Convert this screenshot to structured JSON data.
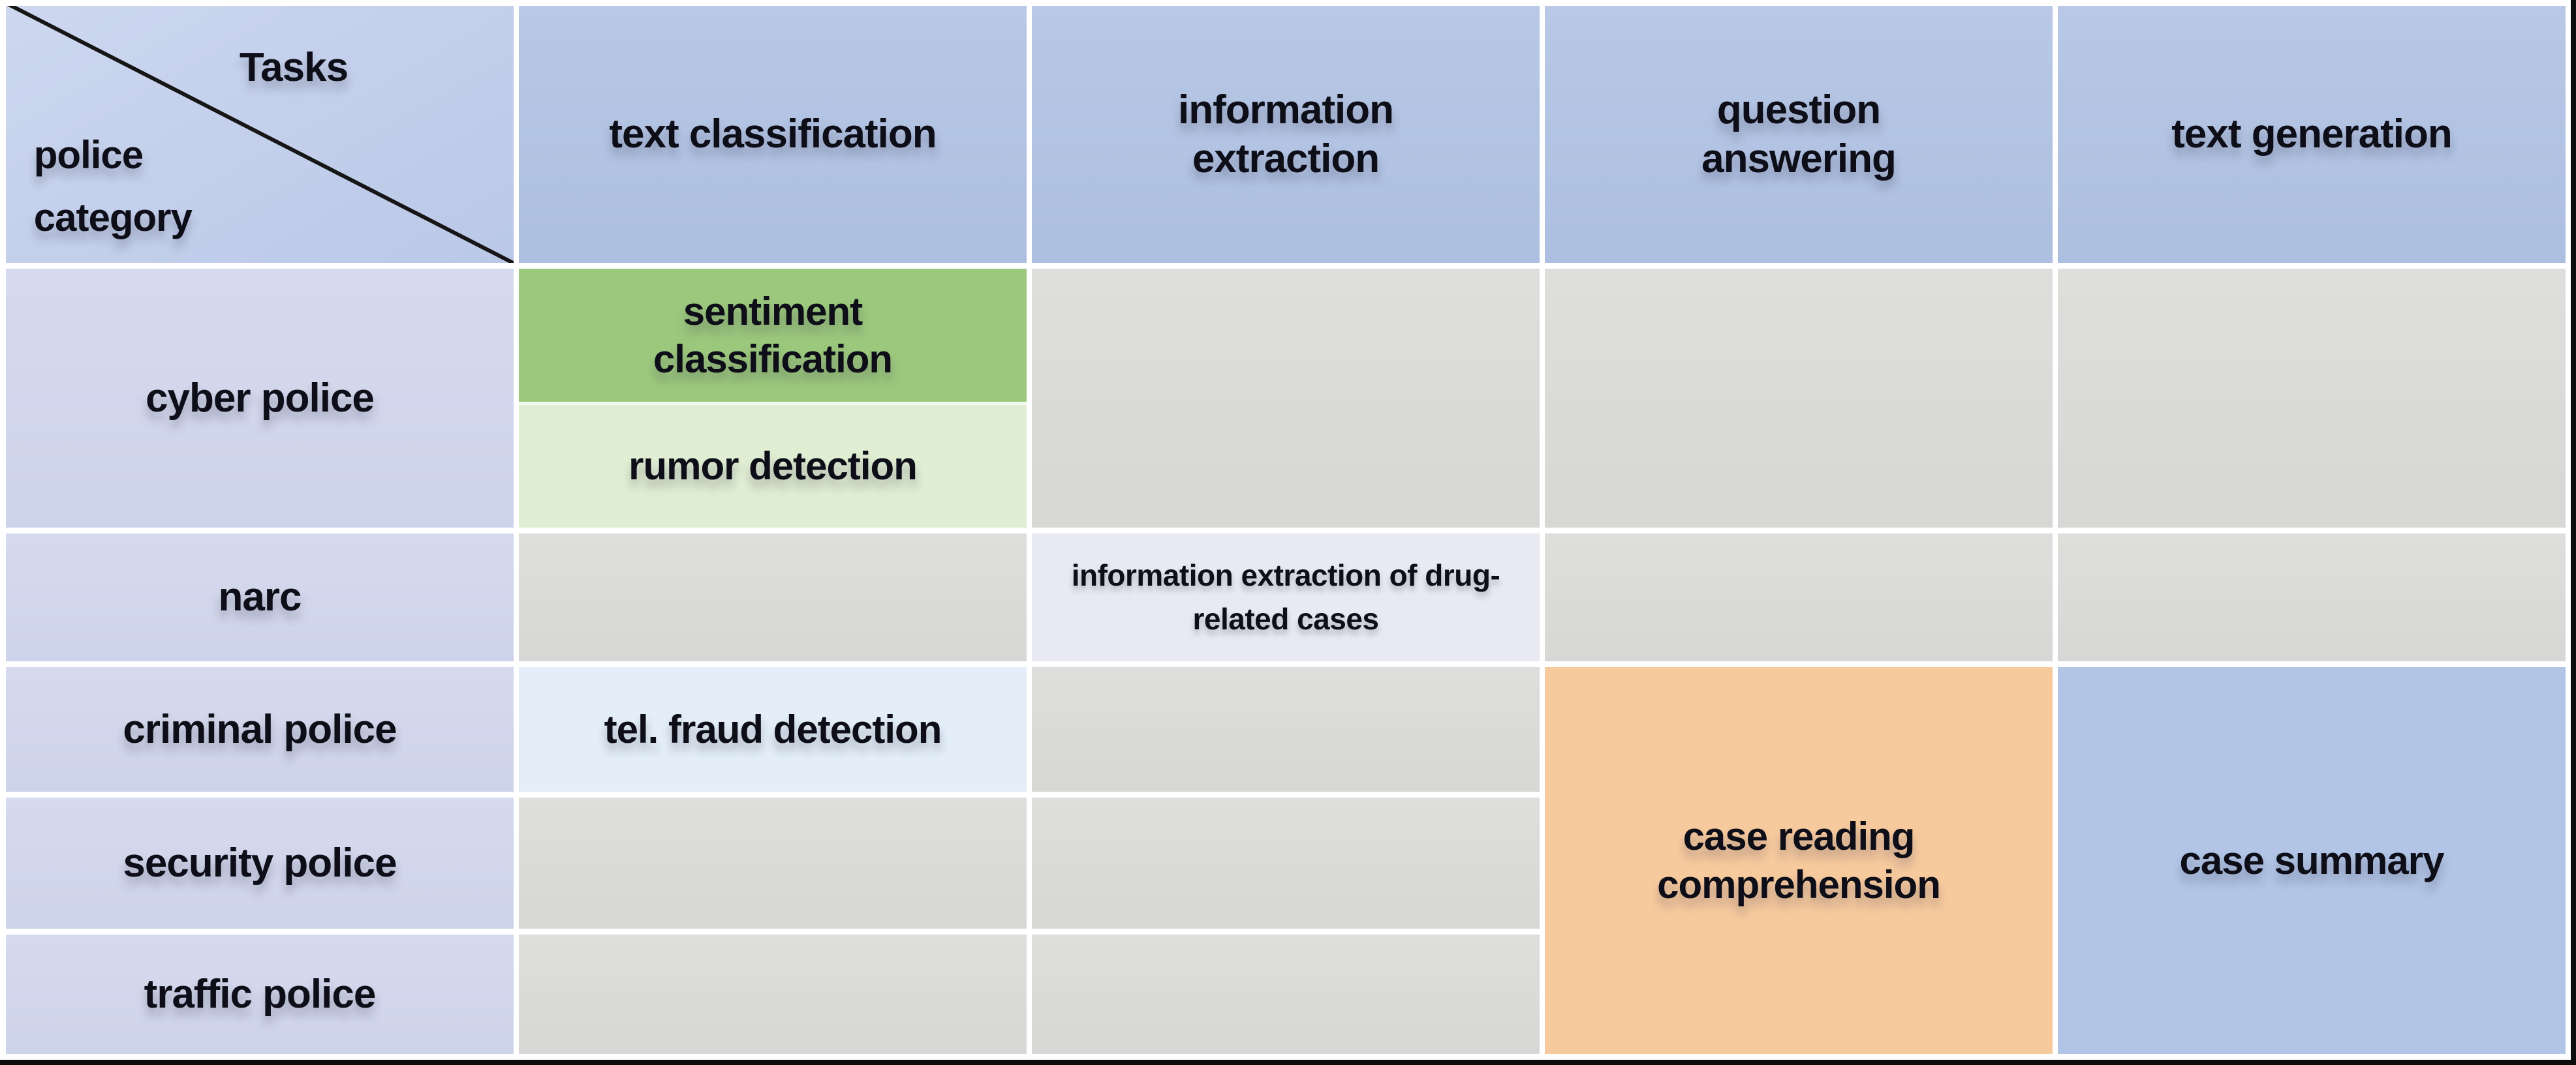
{
  "figure": {
    "type": "matrix-table",
    "description_axes": {
      "column_axis": "Tasks",
      "row_axis": "police category"
    }
  },
  "corner": {
    "tasks_label": "Tasks",
    "category_label": "police category"
  },
  "columns": [
    "text classification",
    "information extraction",
    "question answering",
    "text generation"
  ],
  "rows": [
    "cyber police",
    "narc",
    "criminal police",
    "security police",
    "traffic police"
  ],
  "cells": {
    "sentiment_classification": {
      "label": "sentiment classification",
      "row": "cyber police",
      "column": "text classification",
      "color": "#9cc87d"
    },
    "rumor_detection": {
      "label": "rumor detection",
      "row": "cyber police",
      "column": "text classification",
      "color": "#e0eed3"
    },
    "drug_information_extraction": {
      "label": "information extraction of drug-related cases",
      "row": "narc",
      "column": "information extraction",
      "color": "#e9e9f4"
    },
    "tel_fraud_detection": {
      "label": "tel. fraud detection",
      "row": "criminal police",
      "column": "text classification",
      "color": "#e3eef8"
    },
    "case_reading_comprehension": {
      "label": "case reading comprehension",
      "rows": [
        "criminal police",
        "security police",
        "traffic police"
      ],
      "column": "question answering",
      "color": "#f7ca9e"
    },
    "case_summary": {
      "label": "case summary",
      "rows": [
        "criminal police",
        "security police",
        "traffic police"
      ],
      "column": "text generation",
      "color": "#b2c5e6"
    }
  },
  "theme_colors": {
    "header_fill": "#b2c3e3",
    "corner_fill": "#c6d1eb",
    "row_label_fill": "#d1d5ea",
    "empty_cell_fill": "#dadad8",
    "cell_gap_white": "#ffffff",
    "frame_border": "#0d0d0d",
    "text": "#0e0e18",
    "diagonal_line": "#161616"
  }
}
